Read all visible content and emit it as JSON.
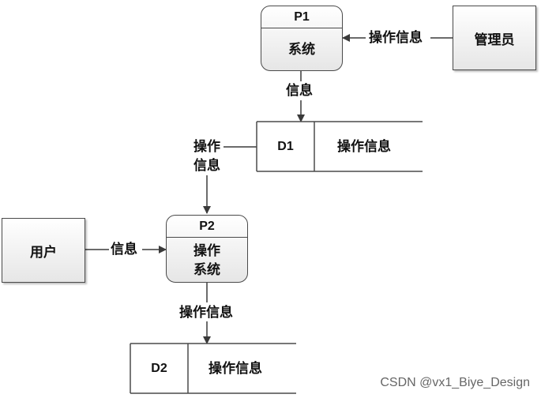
{
  "processes": [
    {
      "id": "P1",
      "name": "系统"
    },
    {
      "id": "P2",
      "name_line1": "操作",
      "name_line2": "系统"
    }
  ],
  "entities": {
    "admin": "管理员",
    "user": "用户"
  },
  "stores": [
    {
      "id": "D1",
      "name": "操作信息"
    },
    {
      "id": "D2",
      "name": "操作信息"
    }
  ],
  "flows": {
    "admin_to_p1": "操作信息",
    "p1_to_d1": "信息",
    "d1_to_p2_line1": "操作",
    "d1_to_p2_line2": "信息",
    "user_to_p2": "信息",
    "p2_to_d2": "操作信息"
  },
  "watermark": "CSDN @vx1_Biye_Design"
}
